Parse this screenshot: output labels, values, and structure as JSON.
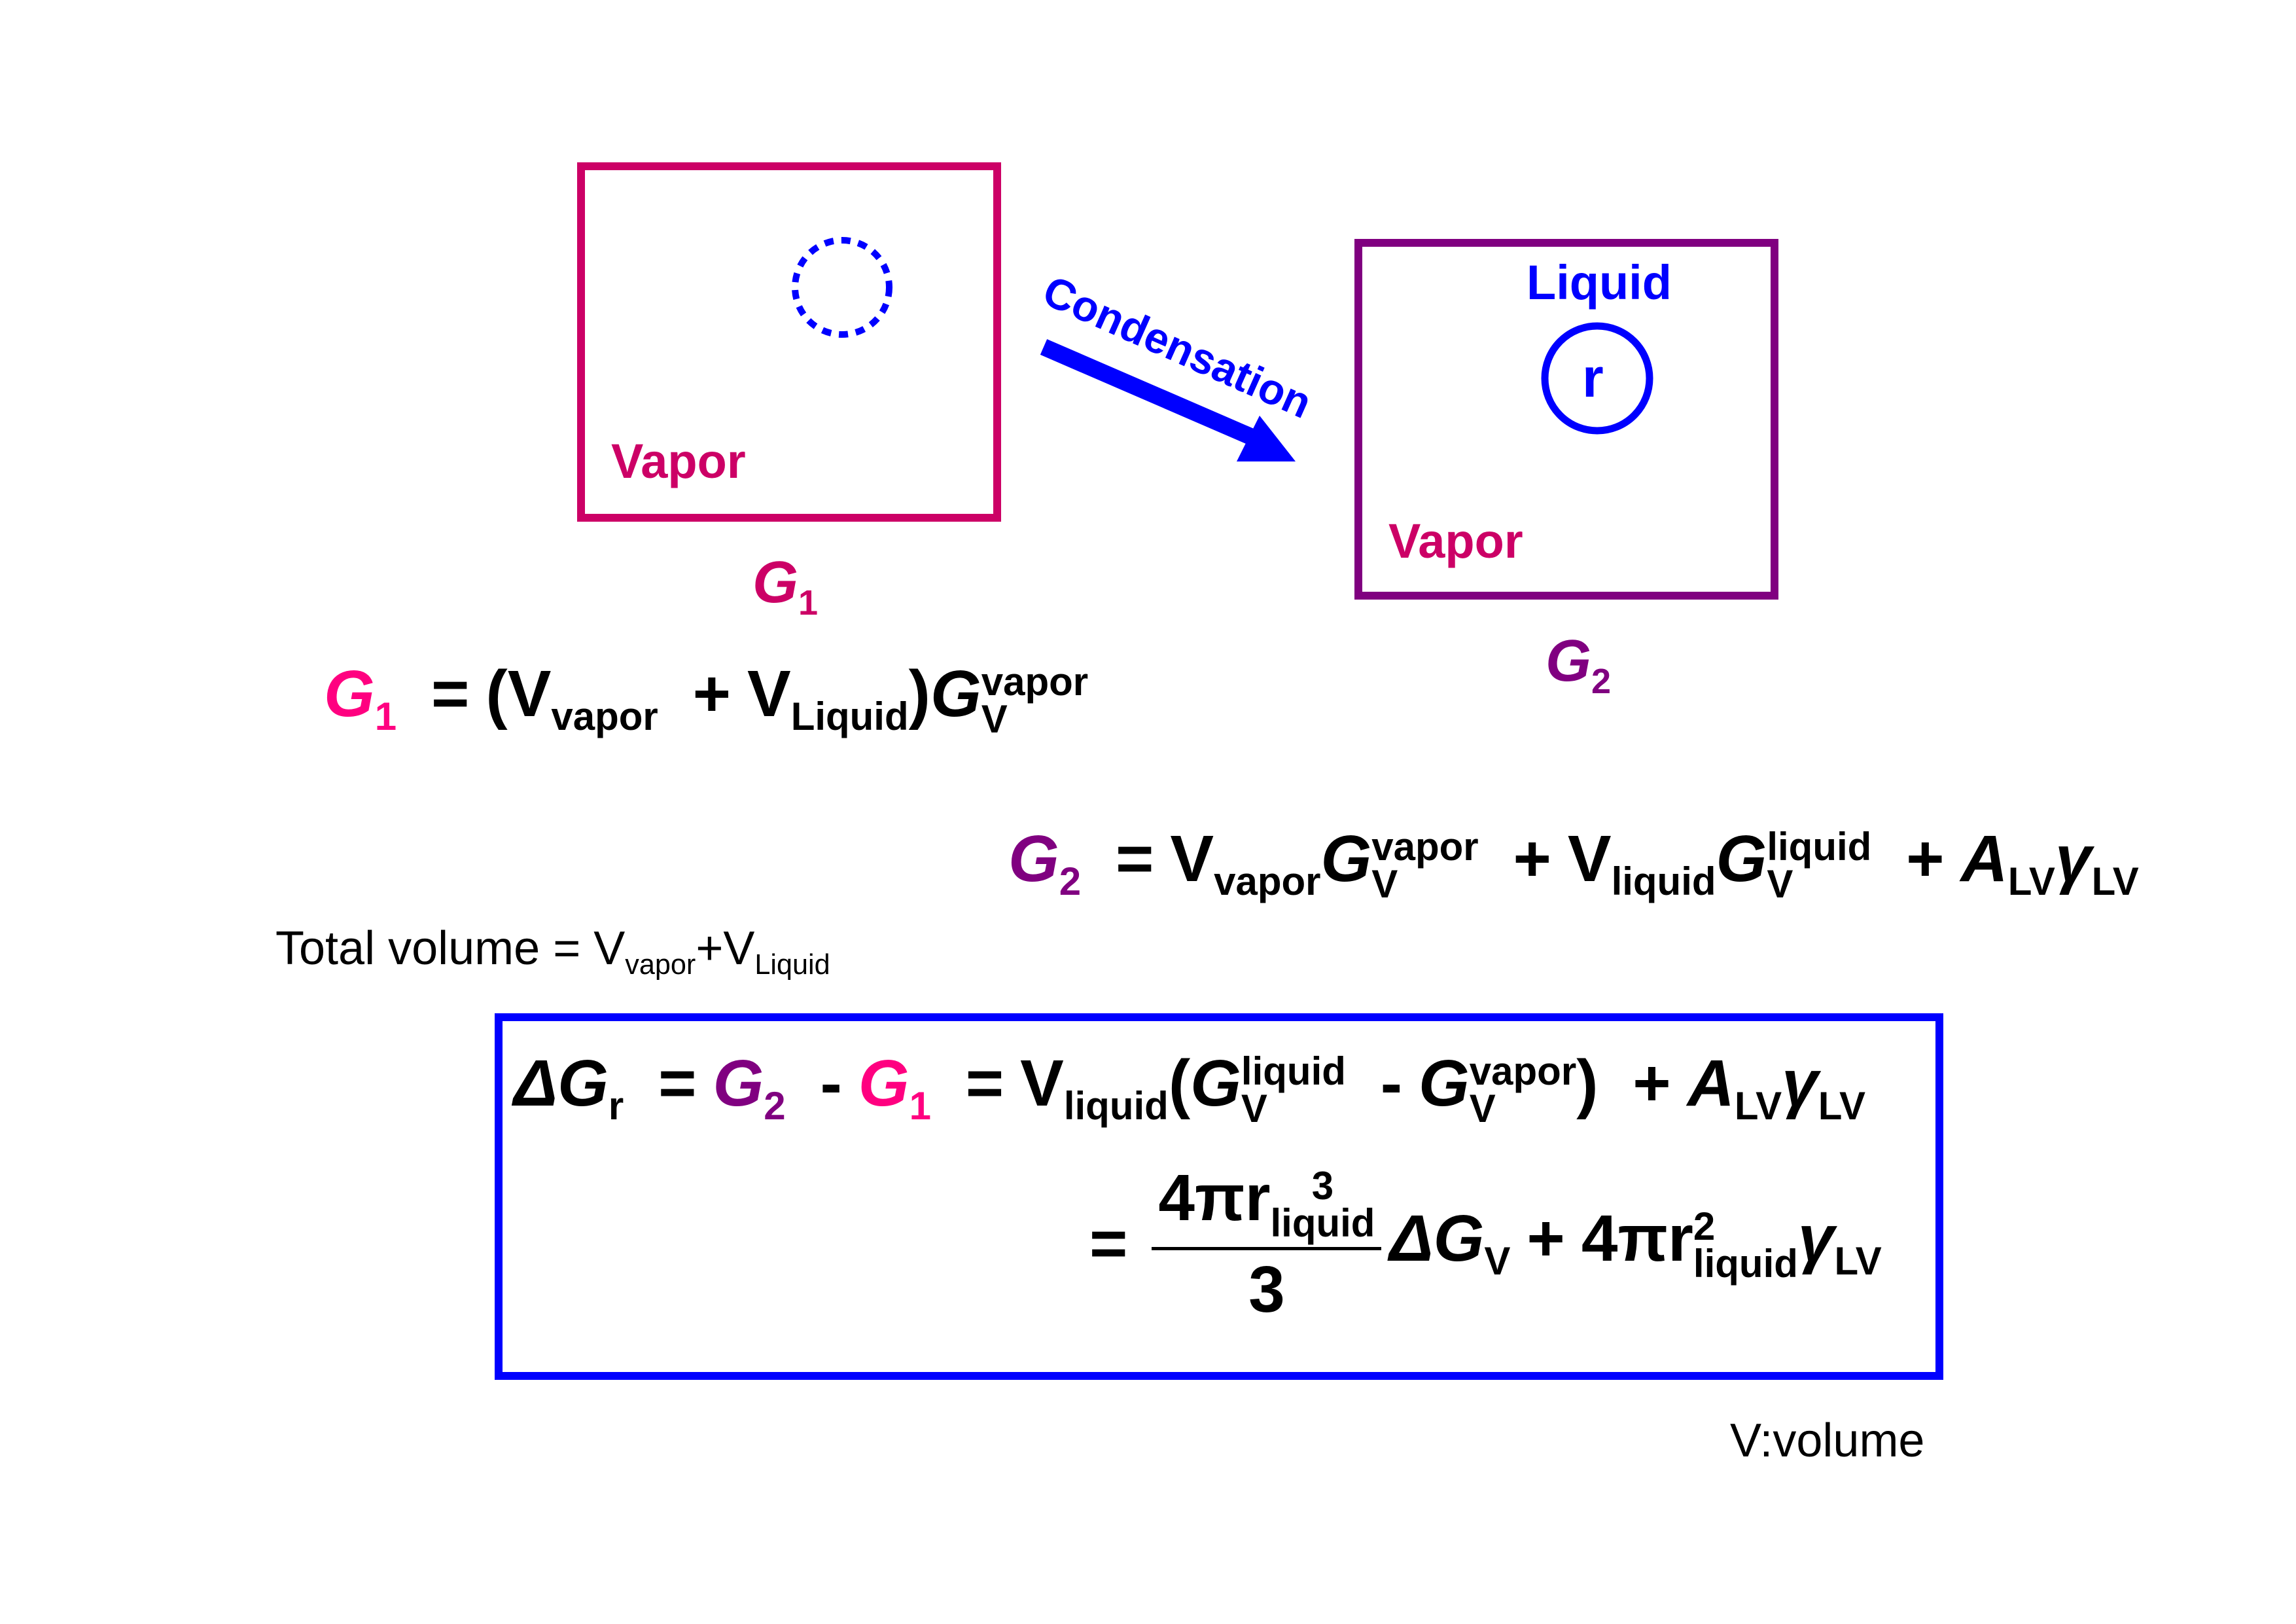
{
  "colors": {
    "state1": "#CC0066",
    "state2": "#800080",
    "liquid": "#0000FF",
    "g1_eq": "#FF0080",
    "result_box": "#0000FF"
  },
  "state1": {
    "phase_label": "Vapor",
    "energy_symbol": "G",
    "energy_sub": "1"
  },
  "transition": {
    "label": "Condensation"
  },
  "state2": {
    "liquid_label": "Liquid",
    "radius_label": "r",
    "phase_label": "Vapor",
    "energy_symbol": "G",
    "energy_sub": "2"
  },
  "eq_g1": {
    "lhs": "G",
    "lhs_sub": "1",
    "eq": "=",
    "open": "(",
    "V1": "V",
    "V1_sub": "vapor",
    "plus": "+",
    "V2": "V",
    "V2_sub": "Liquid",
    "close": ")",
    "G": "G",
    "G_sup": "vapor",
    "G_sub": "V"
  },
  "eq_g2": {
    "lhs": "G",
    "lhs_sub": "2",
    "eq": "=",
    "V1": "V",
    "V1_sub": "vapor",
    "G1": "G",
    "G1_sup": "vapor",
    "G1_sub": "V",
    "plus1": "+",
    "V2": "V",
    "V2_sub": "liquid",
    "G2": "G",
    "G2_sup": "liquid",
    "G2_sub": "V",
    "plus2": "+",
    "A": "A",
    "A_sub": "LV",
    "gamma": "γ",
    "gamma_sub": "LV"
  },
  "total_volume": {
    "text": "Total volume = V",
    "sub1": "vapor",
    "plus": "+V",
    "sub2": "Liquid"
  },
  "result": {
    "line1": {
      "delta": "ΔG",
      "delta_sub": "r",
      "eq1": "=",
      "g2": "G",
      "g2_sub": "2",
      "minus": "-",
      "g1": "G",
      "g1_sub": "1",
      "eq2": "=",
      "V": "V",
      "V_sub": "liquid",
      "open": "(",
      "Ga": "G",
      "Ga_sup": "liquid",
      "Ga_sub": "V",
      "minus2": "-",
      "Gb": "G",
      "Gb_sup": "vapor",
      "Gb_sub": "V",
      "close": ")",
      "plus": "+",
      "A": "A",
      "A_sub": "LV",
      "gamma": "γ",
      "gamma_sub": "LV"
    },
    "line2": {
      "eq": "=",
      "num": "4πr",
      "num_sup": "3",
      "num_sub": "liquid",
      "den": "3",
      "dG": "ΔG",
      "dG_sub": "V",
      "plus": "+",
      "term": "4πr",
      "term_sup": "2",
      "term_sub": "liquid",
      "gamma": "γ",
      "gamma_sub": "LV"
    }
  },
  "note": "V:volume"
}
